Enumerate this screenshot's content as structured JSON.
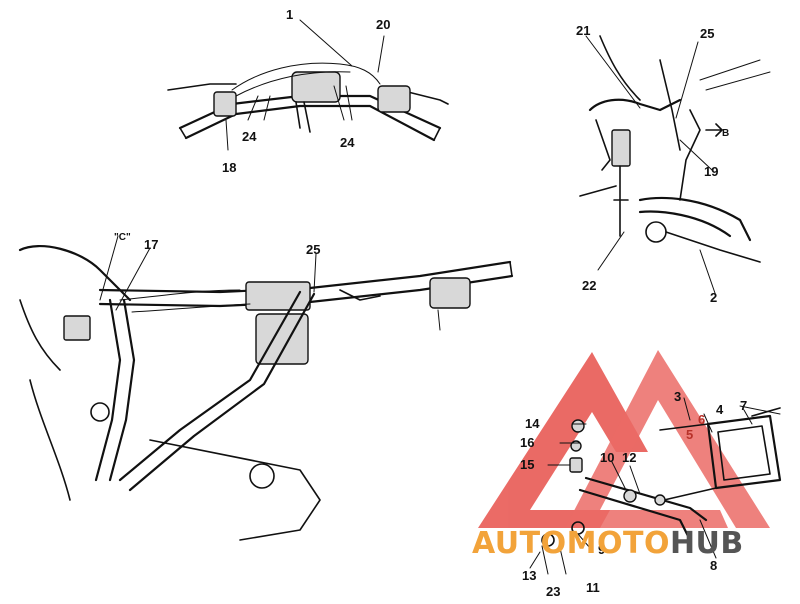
{
  "callouts": {
    "n1": "1",
    "n20": "20",
    "n24a": "24",
    "n24b": "24",
    "n18": "18",
    "n21": "21",
    "n25a": "25",
    "n19": "19",
    "n22": "22",
    "n2": "2",
    "n17": "17",
    "n25b": "25",
    "n3": "3",
    "n4": "4",
    "n5": "5",
    "n6": "6",
    "n7": "7",
    "n8": "8",
    "n9": "9",
    "n10": "10",
    "n11": "11",
    "n12": "12",
    "n13": "13",
    "n14": "14",
    "n15": "15",
    "n16": "16",
    "n23": "23"
  },
  "notes": {
    "view_c": "\"C\"",
    "arrow_b": "B"
  },
  "watermark": {
    "part1": "AUTO",
    "part2": "MOTO",
    "part3": "HUB"
  },
  "colors": {
    "watermark_red": "#e64a44",
    "watermark_orange": "#f2a33a",
    "watermark_gray": "#555555",
    "line": "#111111"
  }
}
